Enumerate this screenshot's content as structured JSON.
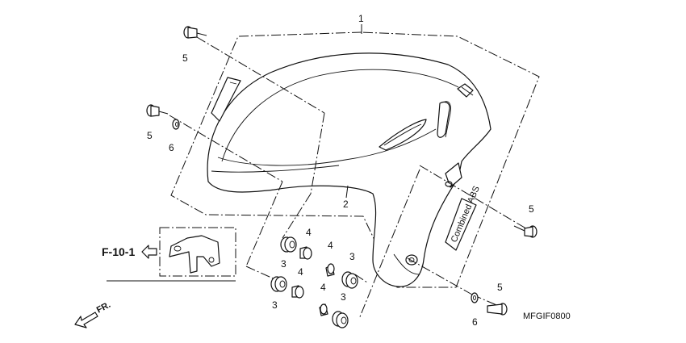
{
  "diagram": {
    "part_numbers": {
      "p1": "1",
      "p2": "2",
      "p3a": "3",
      "p3b": "3",
      "p3c": "3",
      "p3d": "3",
      "p4a": "4",
      "p4b": "4",
      "p4c": "4",
      "p4d": "4",
      "p5a": "5",
      "p5b": "5",
      "p5c": "5",
      "p5d": "5",
      "p6a": "6",
      "p6b": "6"
    },
    "reference": "F-10-1",
    "direction_label": "FR.",
    "drawing_code": "MFGIF0800",
    "decal_text": "Combined ABS"
  }
}
